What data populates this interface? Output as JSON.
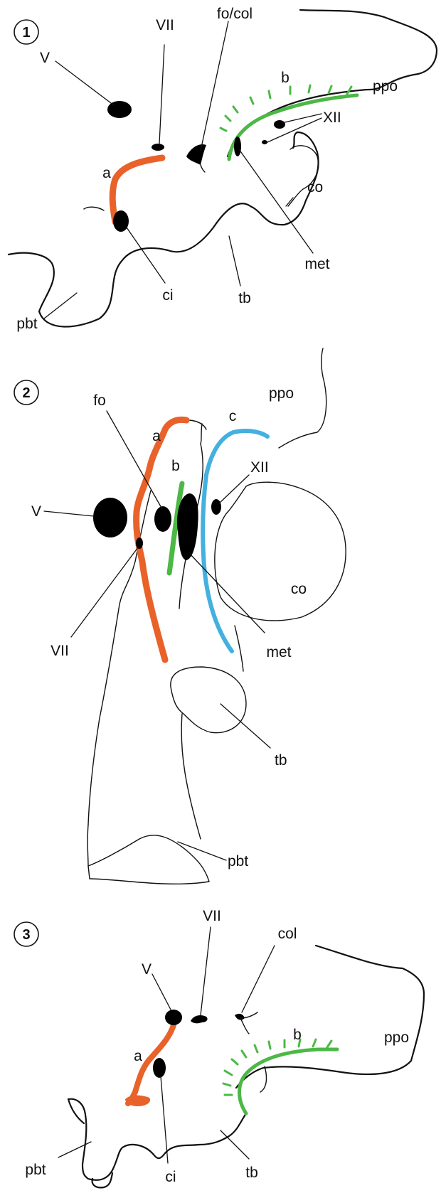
{
  "colors": {
    "orange": "#e8622a",
    "green": "#4cb845",
    "blue": "#43b0e0",
    "ink": "#111111",
    "background": "#ffffff"
  },
  "panels": [
    {
      "number": "1",
      "labels": {
        "V": "V",
        "VII": "VII",
        "fo_col": "fo/col",
        "b": "b",
        "ppo": "ppo",
        "XII": "XII",
        "a": "a",
        "co": "co",
        "met": "met",
        "ci": "ci",
        "tb": "tb",
        "pbt": "pbt"
      }
    },
    {
      "number": "2",
      "labels": {
        "fo": "fo",
        "ppo": "ppo",
        "a": "a",
        "c": "c",
        "b": "b",
        "XII": "XII",
        "V": "V",
        "co": "co",
        "VII": "VII",
        "met": "met",
        "tb": "tb",
        "pbt": "pbt"
      }
    },
    {
      "number": "3",
      "labels": {
        "VII": "VII",
        "col": "col",
        "V": "V",
        "b": "b",
        "ppo": "ppo",
        "a": "a",
        "ci": "ci",
        "tb": "tb",
        "pbt": "pbt"
      }
    }
  ]
}
